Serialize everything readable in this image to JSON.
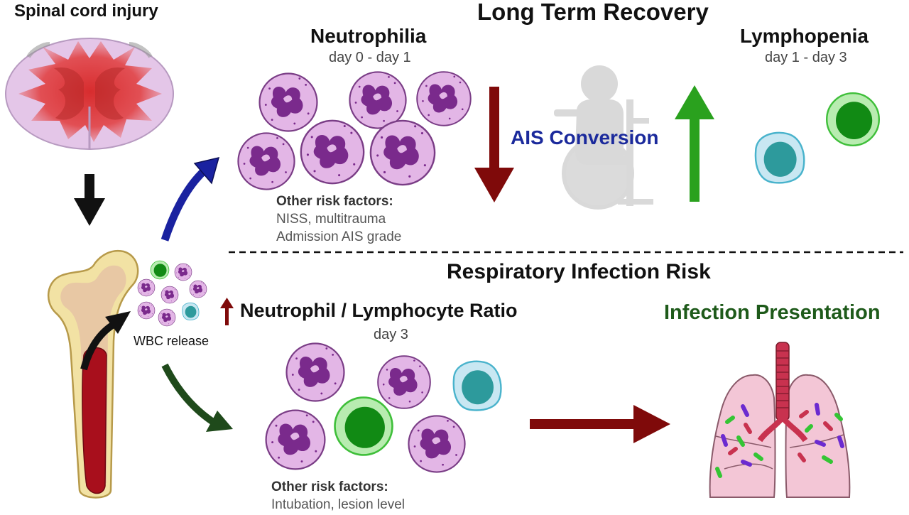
{
  "labels": {
    "sci": "Spinal cord injury",
    "long_term": "Long Term Recovery",
    "neutrophilia": "Neutrophilia",
    "neutrophilia_days": "day 0 - day 1",
    "lymphopenia": "Lymphopenia",
    "lymphopenia_days": "day 1 - day 3",
    "ais_conversion": "AIS Conversion",
    "other_rf_1": "Other risk factors:",
    "rf1_line1": "NISS, multitrauma",
    "rf1_line2": "Admission AIS grade",
    "resp_risk": "Respiratory Infection Risk",
    "nlr": "Neutrophil / Lymphocyte Ratio",
    "nlr_day": "day 3",
    "infection": "Infection Presentation",
    "wbc_release": "WBC release",
    "other_rf_2": "Other risk factors:",
    "rf2_line1": "Intubation, lesion level"
  },
  "colors": {
    "neutrophil_fill": "#e3b6e6",
    "neutrophil_nucleus": "#7a2a8c",
    "lymph_green": "#17891a",
    "lymph_teal": "#2d9a9c",
    "arrow_darkred": "#7f0a0a",
    "arrow_green": "#2aa11e",
    "arrow_blue": "#1a22a0",
    "arrow_darkgreen": "#1f4a1b",
    "heading_blue": "#1b2a9c",
    "heading_green": "#1e5a1a"
  },
  "icons": [
    "spinal-cord-icon",
    "bone-marrow-icon",
    "neutrophil-icon",
    "lymphocyte-icon",
    "wheelchair-icon",
    "lungs-icon",
    "bacteria-icon"
  ]
}
